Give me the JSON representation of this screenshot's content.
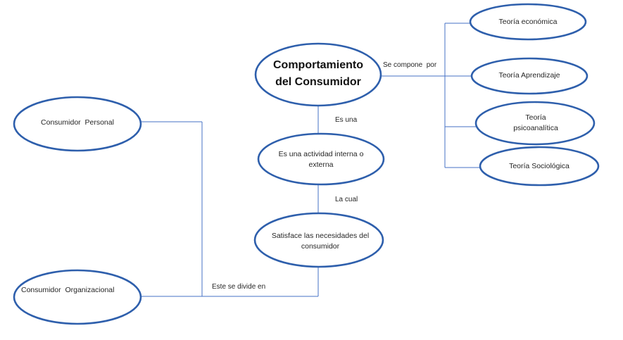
{
  "diagram": {
    "type": "concept-map",
    "colors": {
      "node_stroke": "#2e5fac",
      "connector": "#4472c4",
      "text": "#262626"
    },
    "nodes": {
      "main": "Comportamiento del Consumidor",
      "teoria_economica": "Teoría económica",
      "teoria_aprendizaje": "Teoría Aprendizaje",
      "teoria_psicoanalitica": "Teoría psicoanalítica",
      "teoria_sociologica": "Teoría Sociológica",
      "actividad": "Es una actividad interna o externa",
      "satisface": "Satisface las necesidades del consumidor",
      "consumidor_personal": "Consumidor  Personal",
      "consumidor_organizacional": "Consumidor  Organizacional"
    },
    "edge_labels": {
      "se_compone_por": "Se compone  por",
      "es_una": "Es una",
      "la_cual": "La cual",
      "este_se_divide_en": "Este se divide en"
    }
  }
}
